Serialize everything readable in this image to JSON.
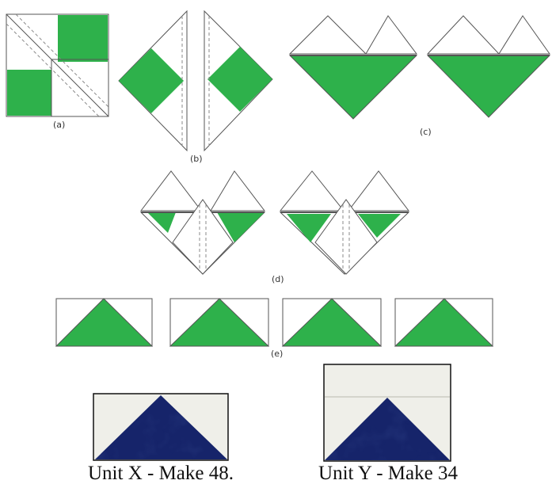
{
  "colors": {
    "green": "#2eb14b",
    "navy": "#16246a",
    "navy_dark": "#0d1850",
    "fabric_white": "#efefe9",
    "line": "#555555",
    "dash": "#8a8a8a"
  },
  "labels": {
    "a": "(a)",
    "b": "(b)",
    "c": "(c)",
    "d": "(d)",
    "e": "(e)"
  },
  "captions": {
    "unit_x": "Unit X - Make 48.",
    "unit_y": "Unit Y - Make 34"
  },
  "steps": [
    "a",
    "b",
    "c",
    "d",
    "e"
  ],
  "finished_units": [
    {
      "id": "unit_x",
      "count": 48,
      "has_top_strip": false
    },
    {
      "id": "unit_y",
      "count": 34,
      "has_top_strip": true
    }
  ]
}
